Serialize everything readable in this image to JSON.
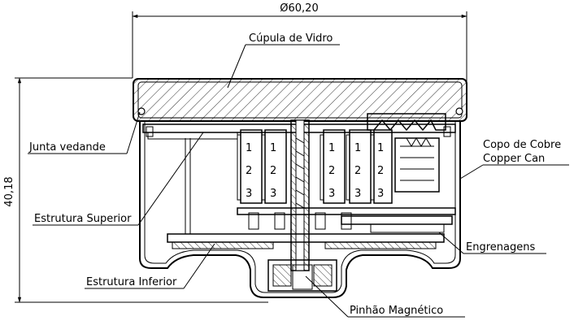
{
  "dimensions": {
    "diameter": "Ø60,20",
    "height": "40,18"
  },
  "labels": {
    "glass_dome": "Cúpula de Vidro",
    "seal": "Junta vedande",
    "upper_structure": "Estrutura Superior",
    "lower_structure": "Estrutura Inferior",
    "copper_can_pt": "Copo de Cobre",
    "copper_can_en": "Copper Can",
    "gears": "Engrenagens",
    "magnetic_pinion": "Pinhão Magnético"
  },
  "counter_digits": [
    "1",
    "2",
    "3"
  ]
}
